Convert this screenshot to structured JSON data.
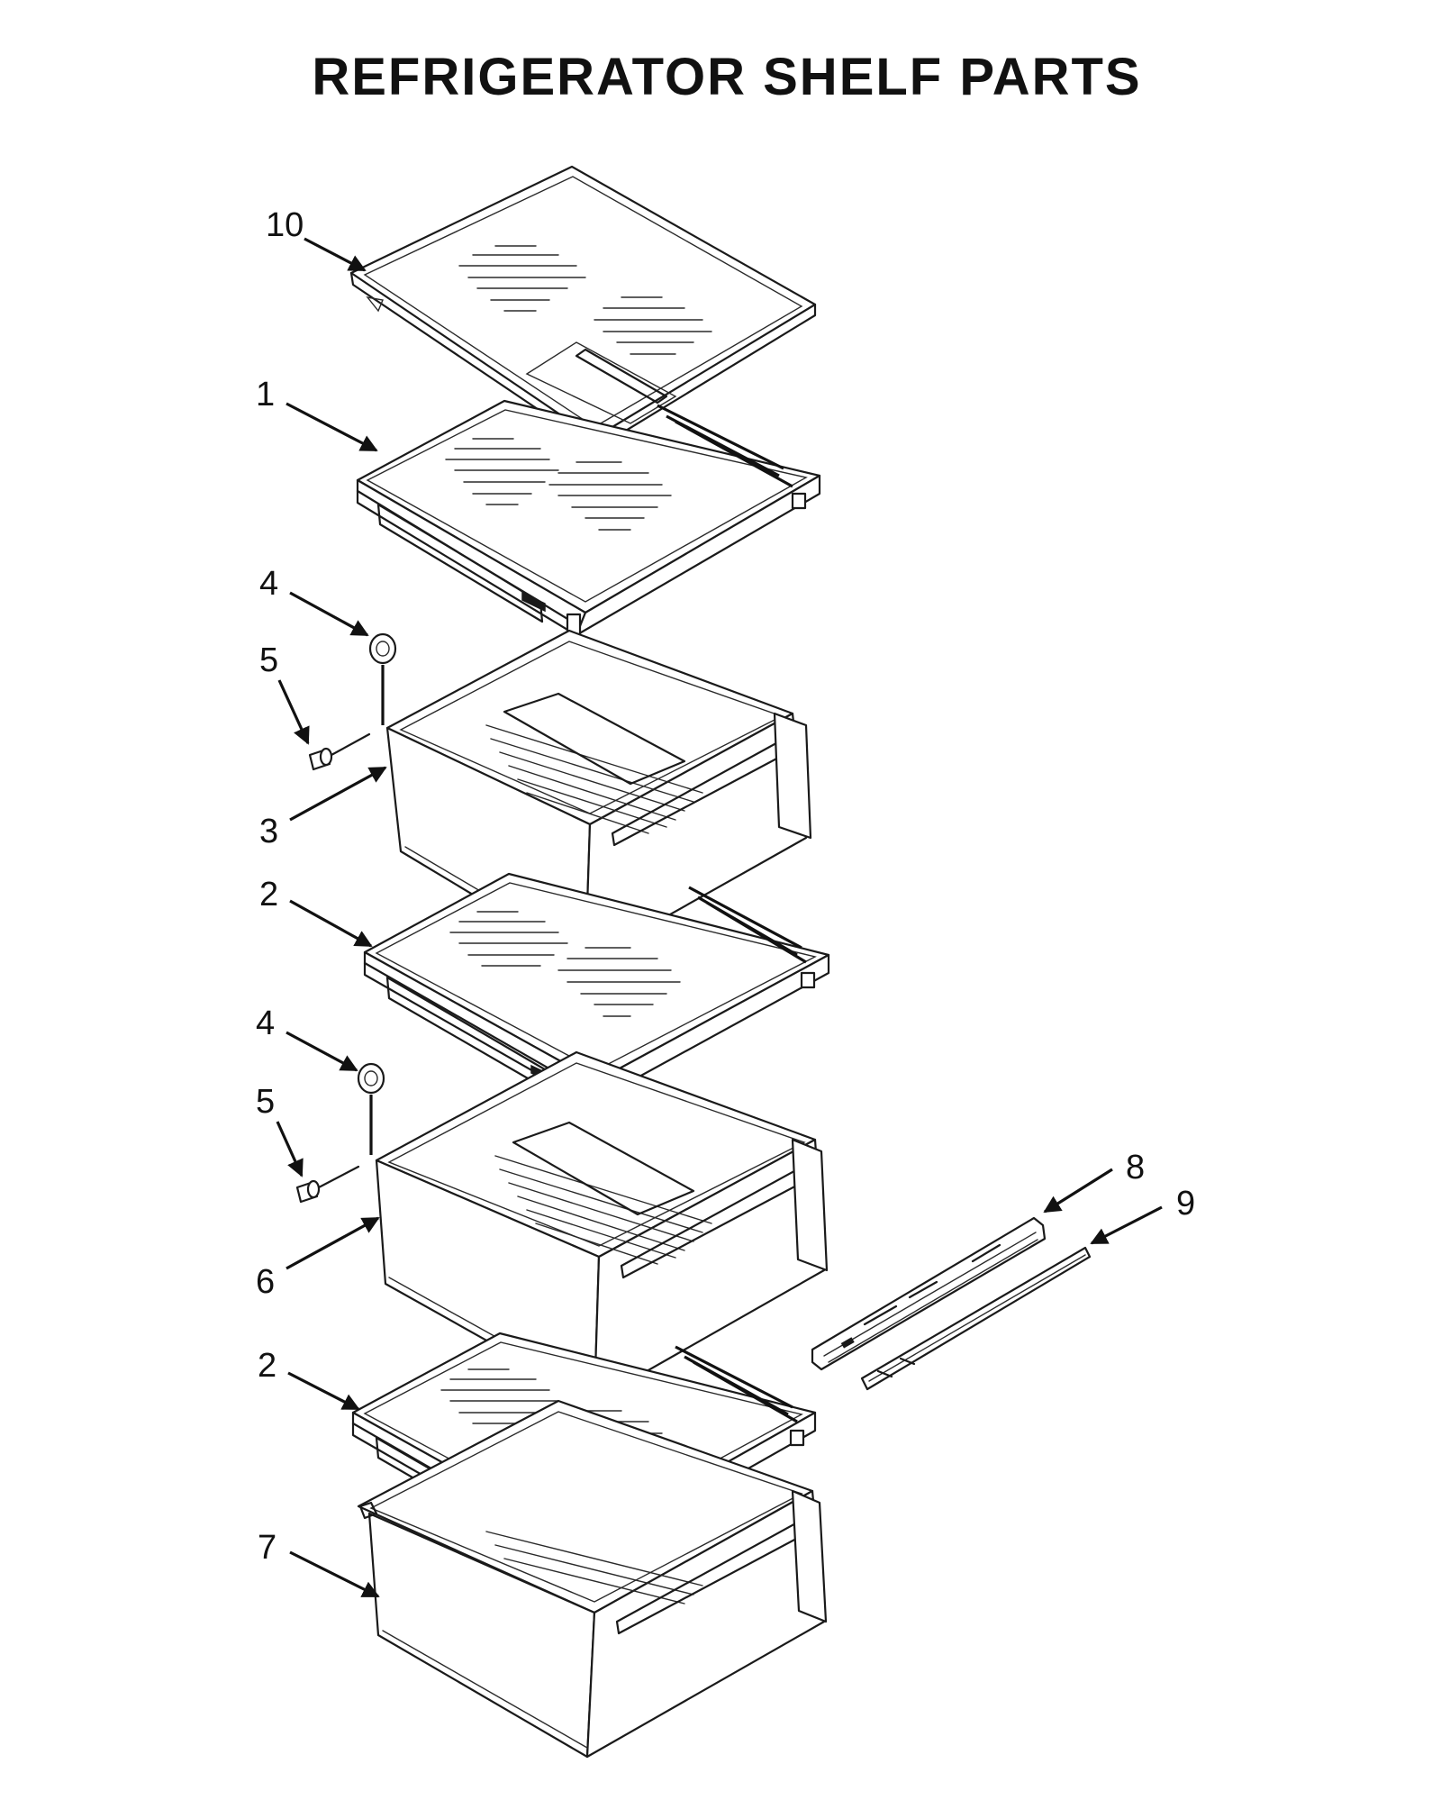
{
  "title": "REFRIGERATOR SHELF PARTS",
  "callouts": {
    "shelf_glass_top": "10",
    "shelf_upper": "1",
    "cap_upper": "4",
    "pin_upper": "5",
    "drawer_upper": "3",
    "shelf_middle": "2",
    "cap_lower": "4",
    "pin_lower": "5",
    "drawer_middle": "6",
    "shelf_lower": "2",
    "drawer_bottom": "7",
    "slide_rail": "8",
    "slide_track": "9"
  }
}
